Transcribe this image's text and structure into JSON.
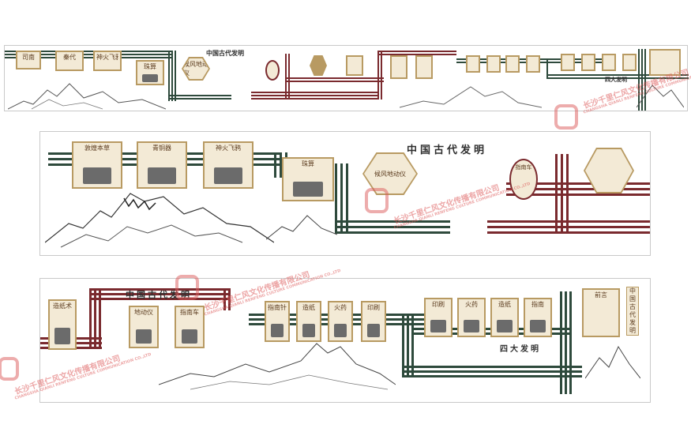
{
  "panel1": {
    "title": "中国古代发明",
    "tiles": [
      "司南",
      "秦代",
      "神火飞鸦"
    ],
    "feature_tile": "珠算",
    "hex_label": "候风地动仪"
  },
  "panel2": {
    "title": "中国古代发明",
    "tiles": [
      "敦煌本草",
      "青铜器",
      "神火飞鸦"
    ],
    "feature_tile": "珠算",
    "hex_label": "候风地动仪",
    "oval_label": "指南车"
  },
  "panel3": {
    "title": "中国古代发明",
    "left_tiles": [
      "造纸术",
      "地动仪",
      "指南车"
    ],
    "mid_tiles": [
      "指南针",
      "造纸",
      "火药",
      "印刷"
    ],
    "right_tiles": [
      "印刷",
      "火药",
      "造纸",
      "指南"
    ],
    "section_title": "四大发明",
    "side_label": "前言",
    "vertical_title": "中国古代发明"
  },
  "watermark": {
    "text": "长沙千里仁风文化传播有限公司",
    "subtext": "CHANGSHA QIANLI RENFENG CULTURE COMMUNICATION CO.,LTD"
  },
  "colors": {
    "green": "#2e4a3c",
    "red": "#7a2a2e",
    "tile": "#f3ead6",
    "tile_border": "#b89a62"
  }
}
